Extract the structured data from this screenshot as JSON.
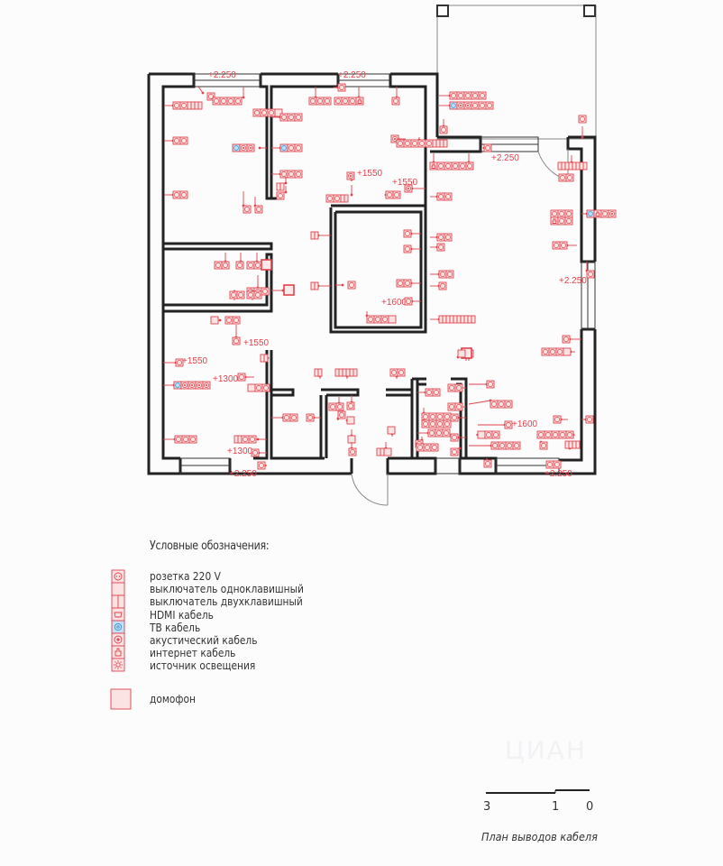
{
  "plan": {
    "caption": "План выводов кабеля",
    "dimension_labels": {
      "window_height": "+2.250",
      "socket_1550": "+1550",
      "socket_1600": "+1600",
      "socket_1300": "+1300"
    },
    "watermark": "ЦИАН"
  },
  "legend": {
    "title": "Условные обозначения:",
    "items": [
      {
        "icon": "socket-220v-icon",
        "label": "розетка 220 V"
      },
      {
        "icon": "switch-single-icon",
        "label": "выключатель одноклавишный"
      },
      {
        "icon": "switch-double-icon",
        "label": "выключатель двухклавишный"
      },
      {
        "icon": "hdmi-icon",
        "label": "HDMI кабель"
      },
      {
        "icon": "tv-cable-icon",
        "label": "ТВ кабель"
      },
      {
        "icon": "acoustic-cable-icon",
        "label": "акустический кабель"
      },
      {
        "icon": "internet-cable-icon",
        "label": "интернет кабель"
      },
      {
        "icon": "light-source-icon",
        "label": "источник освещения"
      },
      {
        "icon": "intercom-icon",
        "label": "домофон"
      }
    ],
    "colors": {
      "symbol_stroke": "#e0424b",
      "symbol_fill": "#fbe3e4",
      "tv_fill": "#bfe0f5"
    }
  },
  "scale": {
    "labels": [
      "3",
      "1",
      "0"
    ]
  }
}
